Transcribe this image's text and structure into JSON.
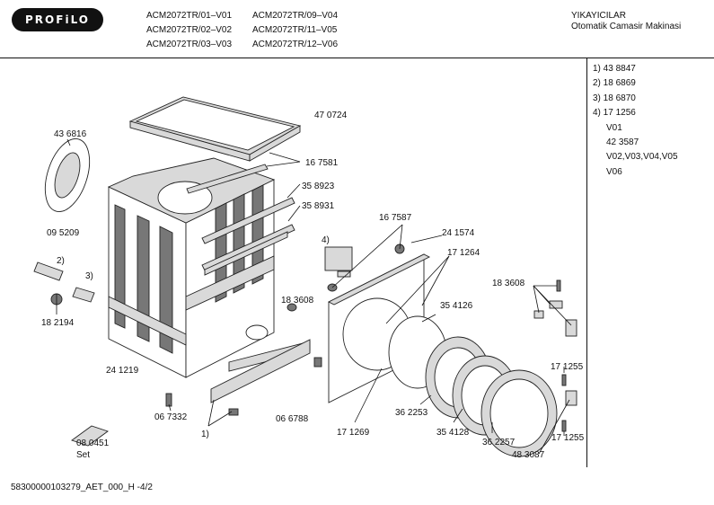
{
  "brand": {
    "logo_text": "PROFiLO"
  },
  "header": {
    "models": [
      "ACM2072TR/01–V01",
      "ACM2072TR/09–V04",
      "ACM2072TR/02–V02",
      "ACM2072TR/11–V05",
      "ACM2072TR/03–V03",
      "ACM2072TR/12–V06"
    ],
    "category": "YIKAYICILAR",
    "subcategory": "Otomatik Camasir Makinasi"
  },
  "legend": [
    "1)  43 8847",
    "2)  18 6869",
    "3)  18 6870",
    "4)  17 1256",
    "V01",
    "42 3587",
    "V02,V03,V04,V05",
    "V06"
  ],
  "part_labels": {
    "p470724": "47 0724",
    "p436816": "43 6816",
    "p167581": "16 7581",
    "p358923": "35 8923",
    "p358931": "35 8931",
    "p167587": "16 7587",
    "p241574": "24 1574",
    "m4": "4)",
    "p095209": "09 5209",
    "m2": "2)",
    "m3": "3)",
    "p171264": "17 1264",
    "p183608a": "18 3608",
    "p183608b": "18 3608",
    "p182194": "18 2194",
    "p354126": "35 4126",
    "p241219": "24 1219",
    "p171255a": "17 1255",
    "p067332": "06 7332",
    "p066788": "06 6788",
    "p362253": "36 2253",
    "p171269": "17 1269",
    "m1": "1)",
    "p354128": "35 4128",
    "p362257": "36 2257",
    "p171255b": "17 1255",
    "p080451": "08 0451",
    "set": "Set",
    "p483087": "48 3087"
  },
  "footer": {
    "doc_code": "58300000103279_AET_000_H  -4/2"
  }
}
